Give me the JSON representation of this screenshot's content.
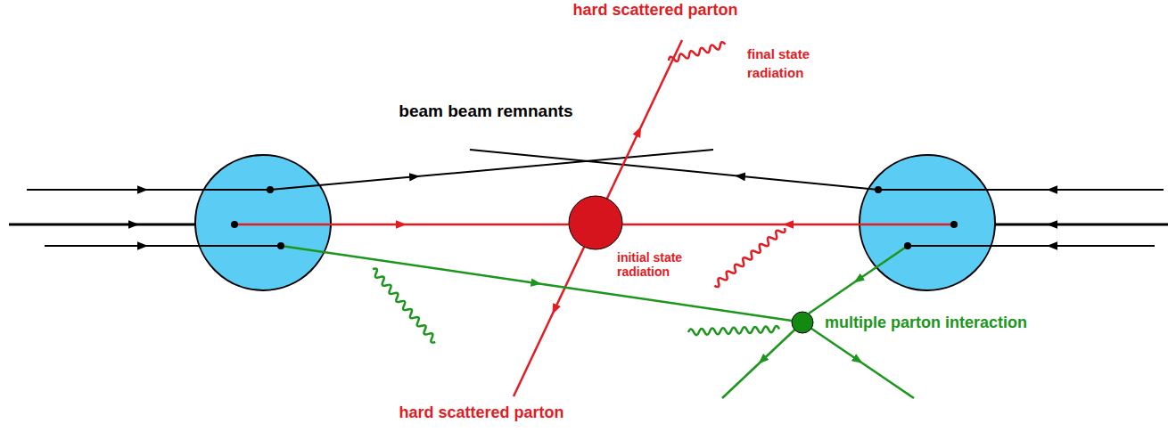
{
  "diagram": {
    "labels": [
      "hard scattered parton",
      "final state radiation",
      "beam beam remnants",
      "initial state radiation",
      "multiple parton interaction",
      "hard scattered parton"
    ]
  }
}
